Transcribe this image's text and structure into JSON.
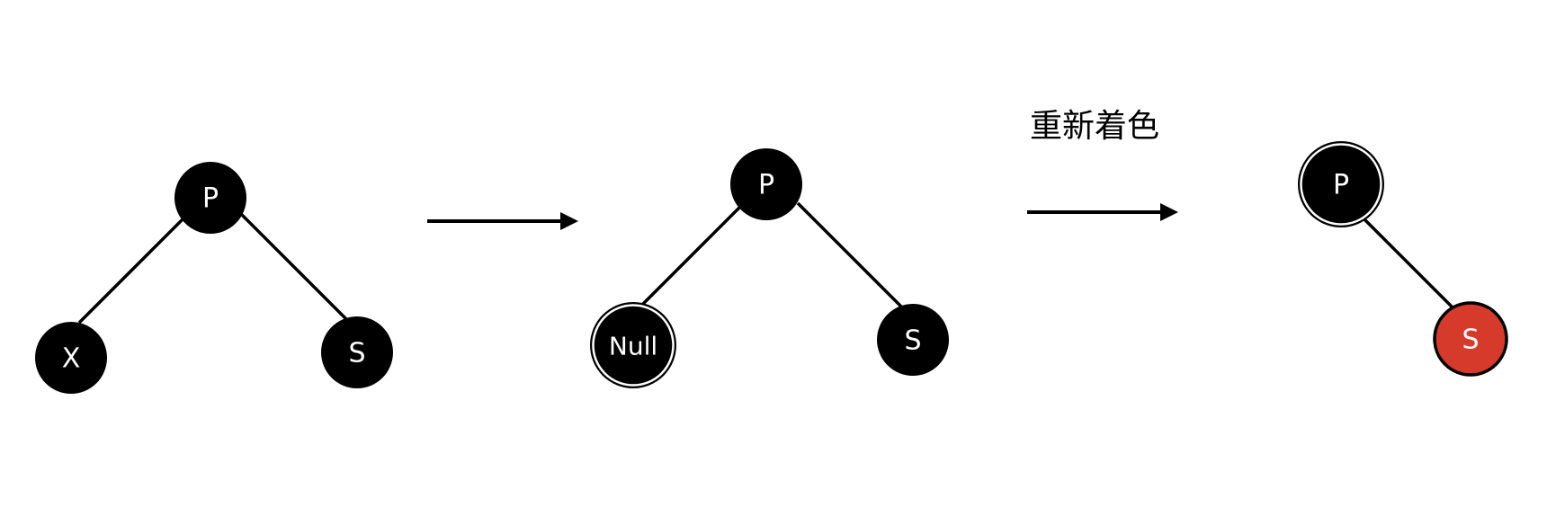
{
  "diagram": {
    "colors": {
      "black_node": "#000000",
      "red_node": "#d63a2b",
      "node_text": "#ffffff",
      "line": "#000000"
    },
    "stage1": {
      "parent": {
        "label": "P",
        "color": "black"
      },
      "left": {
        "label": "X",
        "color": "black"
      },
      "right": {
        "label": "S",
        "color": "black"
      }
    },
    "arrow1": {
      "caption": ""
    },
    "stage2": {
      "parent": {
        "label": "P",
        "color": "black"
      },
      "left": {
        "label": "Null",
        "color": "double-black"
      },
      "right": {
        "label": "S",
        "color": "black"
      }
    },
    "arrow2": {
      "caption": "重新着色"
    },
    "stage3": {
      "parent": {
        "label": "P",
        "color": "double-black"
      },
      "right": {
        "label": "S",
        "color": "red"
      }
    }
  }
}
